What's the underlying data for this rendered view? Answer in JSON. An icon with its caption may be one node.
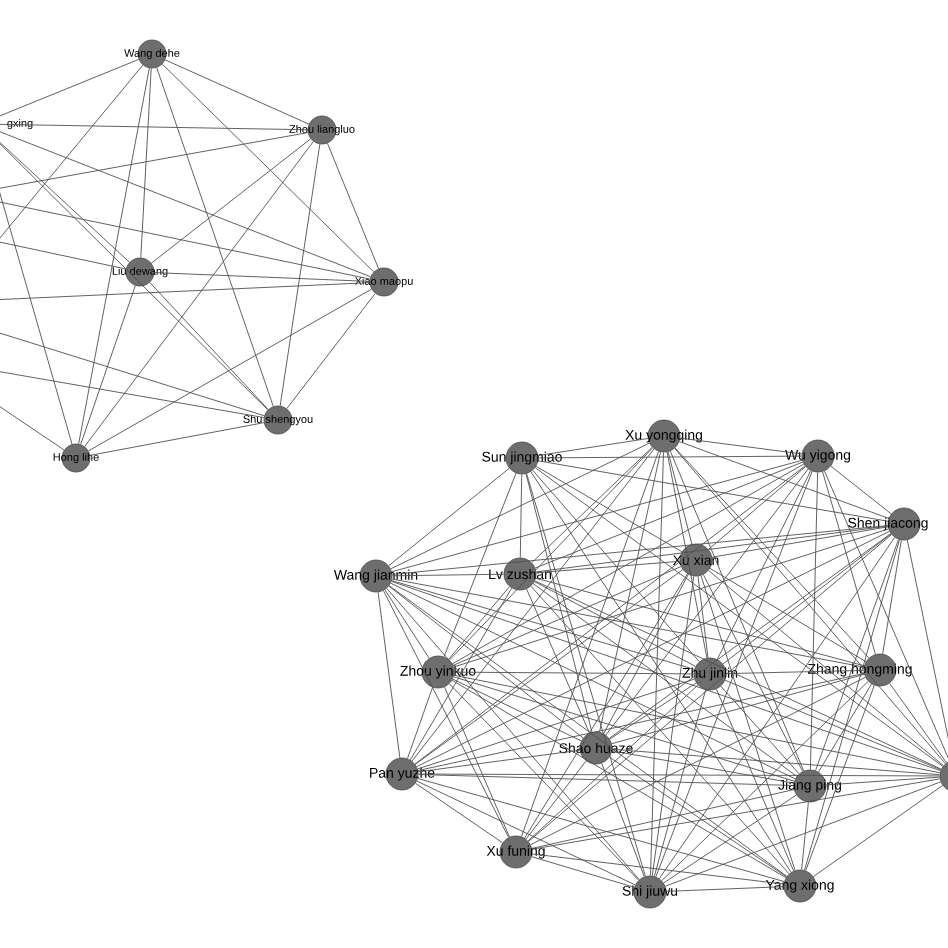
{
  "diagram": {
    "nodes": [
      {
        "text": [
          "Wang dehe"
        ]
      },
      {
        "text": [
          "gxing"
        ]
      },
      {
        "text": [
          "Zhou liangluo"
        ]
      },
      {
        "text": [
          "Liu dewang"
        ]
      },
      {
        "text": [
          "Xiao maopu"
        ]
      },
      {
        "text": [
          "Shu shengyou"
        ]
      },
      {
        "text": [
          "Hong lihe"
        ]
      },
      {
        "text": [
          "Sun jingmiao"
        ]
      },
      {
        "text": [
          "Xu yongqing"
        ]
      },
      {
        "text": [
          "Wu yigong"
        ]
      },
      {
        "text": [
          "Wang jianmin"
        ]
      },
      {
        "text": [
          "Lv zushan"
        ]
      },
      {
        "text": [
          "Xu xian"
        ]
      },
      {
        "text": [
          "Shen jiacong"
        ]
      },
      {
        "text": [
          "Zhou yinkuo"
        ]
      },
      {
        "text": [
          "Zhu jinlin"
        ]
      },
      {
        "text": [
          "Zhang hongming"
        ]
      },
      {
        "text": [
          "Pan yuzhe"
        ]
      },
      {
        "text": [
          "Shao huaze"
        ]
      },
      {
        "text": [
          "Jiang ping"
        ]
      },
      {
        "text": [],
        "shape": "circle"
      },
      {
        "text": [
          "Xu funing"
        ]
      },
      {
        "text": [
          "Shi jiuwu"
        ]
      },
      {
        "text": [
          "Yang xiong"
        ]
      }
    ],
    "edges": [
      {
        "from": 0,
        "to": 1,
        "arrow": "none"
      },
      {
        "from": 0,
        "to": 2,
        "arrow": "none"
      },
      {
        "from": 0,
        "to": 3,
        "arrow": "none"
      },
      {
        "from": 0,
        "to": 4,
        "arrow": "none"
      },
      {
        "from": 0,
        "to": 5,
        "arrow": "none"
      },
      {
        "from": 0,
        "to": 6,
        "arrow": "none"
      },
      {
        "from": 1,
        "to": 2,
        "arrow": "none"
      },
      {
        "from": 1,
        "to": 3,
        "arrow": "none"
      },
      {
        "from": 1,
        "to": 4,
        "arrow": "none"
      },
      {
        "from": 1,
        "to": 5,
        "arrow": "none"
      },
      {
        "from": 1,
        "to": 6,
        "arrow": "none"
      },
      {
        "from": 2,
        "to": 3,
        "arrow": "none"
      },
      {
        "from": 2,
        "to": 4,
        "arrow": "none"
      },
      {
        "from": 2,
        "to": 5,
        "arrow": "none"
      },
      {
        "from": 2,
        "to": 6,
        "arrow": "none"
      },
      {
        "from": 3,
        "to": 4,
        "arrow": "none"
      },
      {
        "from": 3,
        "to": 5,
        "arrow": "none"
      },
      {
        "from": 3,
        "to": 6,
        "arrow": "none"
      },
      {
        "from": 4,
        "to": 5,
        "arrow": "none"
      },
      {
        "from": 4,
        "to": 6,
        "arrow": "none"
      },
      {
        "from": 5,
        "to": 6,
        "arrow": "none"
      },
      {
        "from": null,
        "to": 4,
        "arrow": "none"
      },
      {
        "from": null,
        "to": 4,
        "arrow": "none"
      },
      {
        "from": null,
        "to": 2,
        "arrow": "none"
      },
      {
        "from": null,
        "to": 6,
        "arrow": "none"
      },
      {
        "from": null,
        "to": 5,
        "arrow": "none"
      },
      {
        "from": null,
        "to": 3,
        "arrow": "none"
      },
      {
        "from": null,
        "to": 0,
        "arrow": "none"
      },
      {
        "from": null,
        "to": 5,
        "arrow": "none"
      },
      {
        "from": 7,
        "to": 8,
        "arrow": "none"
      },
      {
        "from": 7,
        "to": 9,
        "arrow": "none"
      },
      {
        "from": 7,
        "to": 10,
        "arrow": "none"
      },
      {
        "from": 7,
        "to": 11,
        "arrow": "none"
      },
      {
        "from": 7,
        "to": 12,
        "arrow": "none"
      },
      {
        "from": 7,
        "to": 13,
        "arrow": "none"
      },
      {
        "from": 7,
        "to": 14,
        "arrow": "none"
      },
      {
        "from": 7,
        "to": 15,
        "arrow": "none"
      },
      {
        "from": 7,
        "to": 18,
        "arrow": "none"
      },
      {
        "from": 7,
        "to": 20,
        "arrow": "none"
      },
      {
        "from": 7,
        "to": 22,
        "arrow": "none"
      },
      {
        "from": 7,
        "to": 23,
        "arrow": "none"
      },
      {
        "from": 8,
        "to": 9,
        "arrow": "none"
      },
      {
        "from": 8,
        "to": 10,
        "arrow": "none"
      },
      {
        "from": 8,
        "to": 11,
        "arrow": "none"
      },
      {
        "from": 8,
        "to": 12,
        "arrow": "none"
      },
      {
        "from": 8,
        "to": 13,
        "arrow": "none"
      },
      {
        "from": 8,
        "to": 14,
        "arrow": "none"
      },
      {
        "from": 8,
        "to": 15,
        "arrow": "none"
      },
      {
        "from": 8,
        "to": 16,
        "arrow": "none"
      },
      {
        "from": 8,
        "to": 17,
        "arrow": "none"
      },
      {
        "from": 8,
        "to": 18,
        "arrow": "none"
      },
      {
        "from": 8,
        "to": 19,
        "arrow": "none"
      },
      {
        "from": 8,
        "to": 20,
        "arrow": "none"
      },
      {
        "from": 8,
        "to": 21,
        "arrow": "none"
      },
      {
        "from": 8,
        "to": 22,
        "arrow": "none"
      },
      {
        "from": 9,
        "to": 10,
        "arrow": "none"
      },
      {
        "from": 9,
        "to": 11,
        "arrow": "none"
      },
      {
        "from": 9,
        "to": 12,
        "arrow": "none"
      },
      {
        "from": 9,
        "to": 13,
        "arrow": "none"
      },
      {
        "from": 9,
        "to": 14,
        "arrow": "none"
      },
      {
        "from": 9,
        "to": 15,
        "arrow": "none"
      },
      {
        "from": 9,
        "to": 16,
        "arrow": "none"
      },
      {
        "from": 9,
        "to": 17,
        "arrow": "none"
      },
      {
        "from": 9,
        "to": 18,
        "arrow": "none"
      },
      {
        "from": 9,
        "to": 19,
        "arrow": "none"
      },
      {
        "from": 9,
        "to": 20,
        "arrow": "none"
      },
      {
        "from": 9,
        "to": 22,
        "arrow": "none"
      },
      {
        "from": 10,
        "to": 11,
        "arrow": "none"
      },
      {
        "from": 10,
        "to": 13,
        "arrow": "none"
      },
      {
        "from": 10,
        "to": 14,
        "arrow": "none"
      },
      {
        "from": 10,
        "to": 15,
        "arrow": "none"
      },
      {
        "from": 10,
        "to": 16,
        "arrow": "none"
      },
      {
        "from": 10,
        "to": 17,
        "arrow": "none"
      },
      {
        "from": 10,
        "to": 18,
        "arrow": "none"
      },
      {
        "from": 10,
        "to": 19,
        "arrow": "none"
      },
      {
        "from": 10,
        "to": 20,
        "arrow": "none"
      },
      {
        "from": 10,
        "to": 21,
        "arrow": "none"
      },
      {
        "from": 10,
        "to": 22,
        "arrow": "none"
      },
      {
        "from": 10,
        "to": 23,
        "arrow": "none"
      },
      {
        "from": 11,
        "to": 12,
        "arrow": "none"
      },
      {
        "from": 11,
        "to": 13,
        "arrow": "none"
      },
      {
        "from": 11,
        "to": 14,
        "arrow": "none"
      },
      {
        "from": 11,
        "to": 15,
        "arrow": "none"
      },
      {
        "from": 11,
        "to": 16,
        "arrow": "none"
      },
      {
        "from": 11,
        "to": 17,
        "arrow": "none"
      },
      {
        "from": 11,
        "to": 18,
        "arrow": "none"
      },
      {
        "from": 11,
        "to": 19,
        "arrow": "none"
      },
      {
        "from": 11,
        "to": 20,
        "arrow": "none"
      },
      {
        "from": 11,
        "to": 23,
        "arrow": "none"
      },
      {
        "from": 12,
        "to": 13,
        "arrow": "none"
      },
      {
        "from": 12,
        "to": 14,
        "arrow": "none"
      },
      {
        "from": 12,
        "to": 15,
        "arrow": "none"
      },
      {
        "from": 12,
        "to": 16,
        "arrow": "none"
      },
      {
        "from": 12,
        "to": 17,
        "arrow": "none"
      },
      {
        "from": 12,
        "to": 18,
        "arrow": "none"
      },
      {
        "from": 12,
        "to": 19,
        "arrow": "none"
      },
      {
        "from": 12,
        "to": 20,
        "arrow": "none"
      },
      {
        "from": 12,
        "to": 21,
        "arrow": "none"
      },
      {
        "from": 12,
        "to": 22,
        "arrow": "none"
      },
      {
        "from": 12,
        "to": 23,
        "arrow": "none"
      },
      {
        "from": 13,
        "to": 14,
        "arrow": "none"
      },
      {
        "from": 13,
        "to": 15,
        "arrow": "none"
      },
      {
        "from": 13,
        "to": 16,
        "arrow": "none"
      },
      {
        "from": 13,
        "to": 17,
        "arrow": "none"
      },
      {
        "from": 13,
        "to": 18,
        "arrow": "none"
      },
      {
        "from": 13,
        "to": 19,
        "arrow": "none"
      },
      {
        "from": 13,
        "to": 20,
        "arrow": "none"
      },
      {
        "from": 13,
        "to": 21,
        "arrow": "none"
      },
      {
        "from": 13,
        "to": 22,
        "arrow": "none"
      },
      {
        "from": 13,
        "to": 23,
        "arrow": "none"
      },
      {
        "from": 14,
        "to": 15,
        "arrow": "none"
      },
      {
        "from": 14,
        "to": 17,
        "arrow": "none"
      },
      {
        "from": 14,
        "to": 18,
        "arrow": "none"
      },
      {
        "from": 14,
        "to": 19,
        "arrow": "none"
      },
      {
        "from": 14,
        "to": 20,
        "arrow": "none"
      },
      {
        "from": 14,
        "to": 21,
        "arrow": "none"
      },
      {
        "from": 14,
        "to": 22,
        "arrow": "none"
      },
      {
        "from": 14,
        "to": 23,
        "arrow": "none"
      },
      {
        "from": 15,
        "to": 16,
        "arrow": "none"
      },
      {
        "from": 15,
        "to": 17,
        "arrow": "none"
      },
      {
        "from": 15,
        "to": 18,
        "arrow": "none"
      },
      {
        "from": 15,
        "to": 19,
        "arrow": "none"
      },
      {
        "from": 15,
        "to": 20,
        "arrow": "none"
      },
      {
        "from": 15,
        "to": 21,
        "arrow": "none"
      },
      {
        "from": 15,
        "to": 22,
        "arrow": "none"
      },
      {
        "from": 15,
        "to": 23,
        "arrow": "none"
      },
      {
        "from": 16,
        "to": 17,
        "arrow": "none"
      },
      {
        "from": 16,
        "to": 18,
        "arrow": "none"
      },
      {
        "from": 16,
        "to": 19,
        "arrow": "none"
      },
      {
        "from": 16,
        "to": 20,
        "arrow": "none"
      },
      {
        "from": 16,
        "to": 21,
        "arrow": "none"
      },
      {
        "from": 16,
        "to": 22,
        "arrow": "none"
      },
      {
        "from": 16,
        "to": 23,
        "arrow": "none"
      },
      {
        "from": 17,
        "to": 18,
        "arrow": "none"
      },
      {
        "from": 17,
        "to": 19,
        "arrow": "none"
      },
      {
        "from": 17,
        "to": 20,
        "arrow": "none"
      },
      {
        "from": 17,
        "to": 21,
        "arrow": "none"
      },
      {
        "from": 17,
        "to": 22,
        "arrow": "none"
      },
      {
        "from": 17,
        "to": 23,
        "arrow": "none"
      },
      {
        "from": 18,
        "to": 19,
        "arrow": "none"
      },
      {
        "from": 18,
        "to": 20,
        "arrow": "none"
      },
      {
        "from": 18,
        "to": 21,
        "arrow": "none"
      },
      {
        "from": 18,
        "to": 22,
        "arrow": "none"
      },
      {
        "from": 18,
        "to": 23,
        "arrow": "none"
      },
      {
        "from": 19,
        "to": 20,
        "arrow": "none"
      },
      {
        "from": 19,
        "to": 21,
        "arrow": "none"
      },
      {
        "from": 19,
        "to": 22,
        "arrow": "none"
      },
      {
        "from": 19,
        "to": 23,
        "arrow": "none"
      },
      {
        "from": 20,
        "to": 21,
        "arrow": "none"
      },
      {
        "from": 20,
        "to": 22,
        "arrow": "none"
      },
      {
        "from": 20,
        "to": 23,
        "arrow": "none"
      },
      {
        "from": 21,
        "to": 22,
        "arrow": "none"
      },
      {
        "from": 21,
        "to": 23,
        "arrow": "none"
      },
      {
        "from": 22,
        "to": 23,
        "arrow": "none"
      }
    ]
  }
}
